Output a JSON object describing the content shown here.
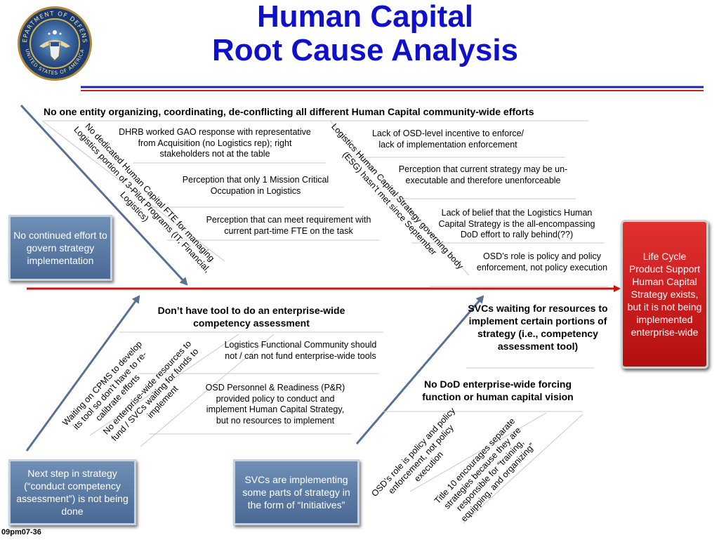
{
  "title": {
    "line1": "Human Capital",
    "line2": "Root Cause Analysis"
  },
  "footer": "09pm07-36",
  "top_heading": "No one entity organizing, coordinating, de-conflicting all different Human Capital community-wide efforts",
  "bone_top_left": "No dedicated Human Capital FTE for managing\nLogistics portion of 3-Pilot Programs (IT, Financial,\nLogistics)",
  "bone_top_right": "Logistics Human Capital Strategy governing body\n(ESG) hasn’t met since September",
  "causes_top_left": [
    "DHRB worked GAO response with representative from Acquisition (no Logistics rep); right stakeholders not at the table",
    "Perception that only 1 Mission Critical Occupation in Logistics",
    "Perception that  can meet requirement with current part-time FTE on the task"
  ],
  "causes_top_right": [
    "Lack of OSD-level incentive to enforce/ lack of implementation enforcement",
    "Perception that current strategy may be un-executable and therefore unenforceable",
    "Lack of  belief that the Logistics Human Capital Strategy is the all-encompassing DoD effort to rally behind(??)",
    "OSD’s role is policy and policy enforcement, not policy execution"
  ],
  "bottom_left_heading": "Don’t have tool to do an enterprise-wide competency assessment",
  "causes_bottom_left": [
    "Logistics Functional Community should not / can not fund enterprise-wide tools",
    "OSD Personnel & Readiness (P&R) provided policy to conduct and implement Human Capital Strategy, but no resources to implement"
  ],
  "bottom_left_rotated": [
    "Waiting on CPMS to develop\nits tool so don’t have to re-\ncalibrate efforts",
    "No enterprise-wide resources to\nfund / SVCs waiting for funds to\nimplement"
  ],
  "bottom_right_heading_1": "SVCs waiting for resources to implement certain portions of strategy (i.e., competency assessment tool)",
  "bottom_right_heading_2": "No DoD enterprise-wide forcing function or human capital vision",
  "bottom_right_rotated": [
    "OSD’s role is policy and policy\nenforcement, not policy\nexecution",
    "Title 10 encourages separate\nstrategies because they are\nresponsible for “training,\nequipping, and organizing”"
  ],
  "box_left_top": "No continued effort to govern strategy implementation",
  "box_bottom_left": "Next step in strategy (“conduct competency assessment”) is not being done",
  "box_bottom_mid": "SVCs are implementing some parts of strategy in the form of “Initiatives”",
  "box_effect": "Life Cycle Product Support Human Capital Strategy exists, but it is not being implemented enterprise-wide",
  "seal": {
    "outer_text": "DEPARTMENT OF DEFENSE",
    "inner_text": "UNITED STATES OF AMERICA"
  },
  "colors": {
    "title": "#1010c8",
    "spine": "#cc1111",
    "bone": "#5a7090",
    "box_blue": "#5577a0",
    "box_red": "#c01818"
  }
}
